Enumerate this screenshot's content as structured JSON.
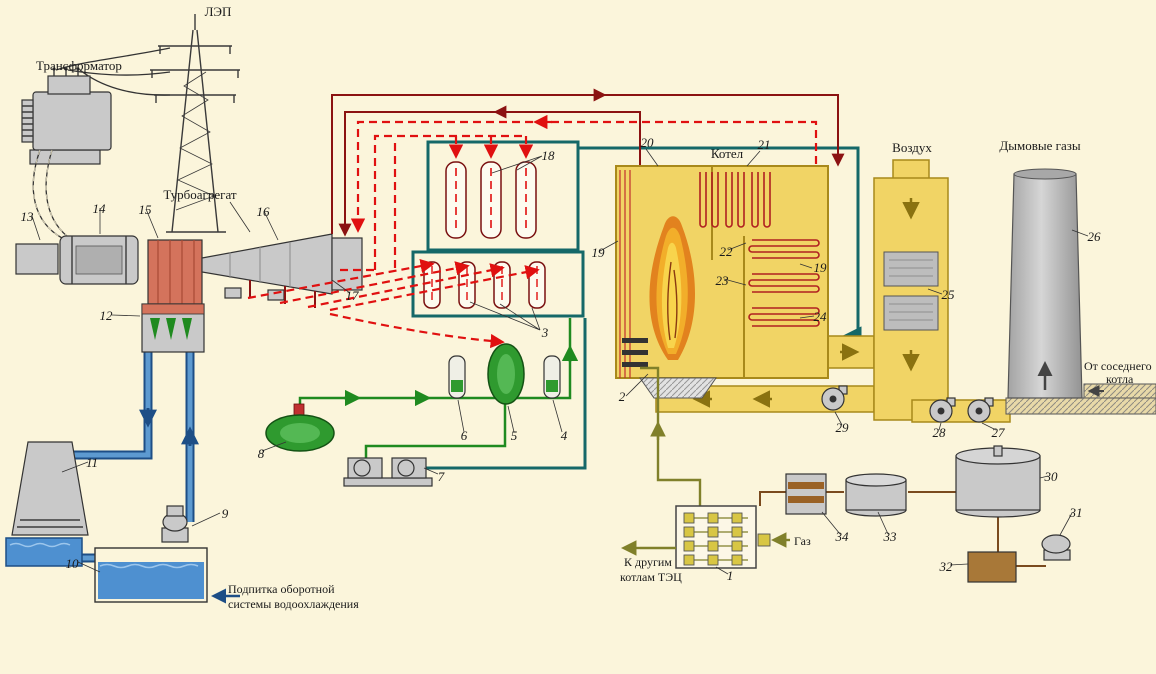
{
  "diagram": {
    "labels": {
      "power_lines": "ЛЭП",
      "transformer": "Трансформатор",
      "turbine_unit": "Турбоагрегат",
      "boiler": "Котел",
      "air": "Воздух",
      "flue_gases": "Дымовые газы",
      "neighbor_boiler_1": "От соседнего",
      "neighbor_boiler_2": "котла",
      "makeup_1": "Подпитка оборотной",
      "makeup_2": "системы водоохлаждения",
      "gas": "Газ",
      "to_other_boilers_1": "К другим",
      "to_other_boilers_2": "котлам ТЭЦ"
    },
    "callouts": [
      {
        "n": "1"
      },
      {
        "n": "2"
      },
      {
        "n": "3"
      },
      {
        "n": "4"
      },
      {
        "n": "5"
      },
      {
        "n": "6"
      },
      {
        "n": "7"
      },
      {
        "n": "8"
      },
      {
        "n": "9"
      },
      {
        "n": "10"
      },
      {
        "n": "11"
      },
      {
        "n": "12"
      },
      {
        "n": "13"
      },
      {
        "n": "14"
      },
      {
        "n": "15"
      },
      {
        "n": "16"
      },
      {
        "n": "17"
      },
      {
        "n": "18"
      },
      {
        "n": "19"
      },
      {
        "n": "19"
      },
      {
        "n": "20"
      },
      {
        "n": "21"
      },
      {
        "n": "22"
      },
      {
        "n": "23"
      },
      {
        "n": "24"
      },
      {
        "n": "25"
      },
      {
        "n": "26"
      },
      {
        "n": "27"
      },
      {
        "n": "28"
      },
      {
        "n": "29"
      },
      {
        "n": "30"
      },
      {
        "n": "31"
      },
      {
        "n": "32"
      },
      {
        "n": "33"
      },
      {
        "n": "34"
      }
    ],
    "colors": {
      "background": "#FBF5DB",
      "steam_dashed_red": "#E01010",
      "steam_solid_darkred": "#8B1212",
      "feedwater_teal": "#156868",
      "condensate_green": "#1F8A1F",
      "cooling_water_blue": "#3E7EC0",
      "boiler_yellow": "#F1D465",
      "flame_orange": "#E2821E",
      "gas_olive": "#9A9A30",
      "fuel_brown": "#7A4A1E",
      "equipment_gray": "#C6C6C6"
    }
  }
}
